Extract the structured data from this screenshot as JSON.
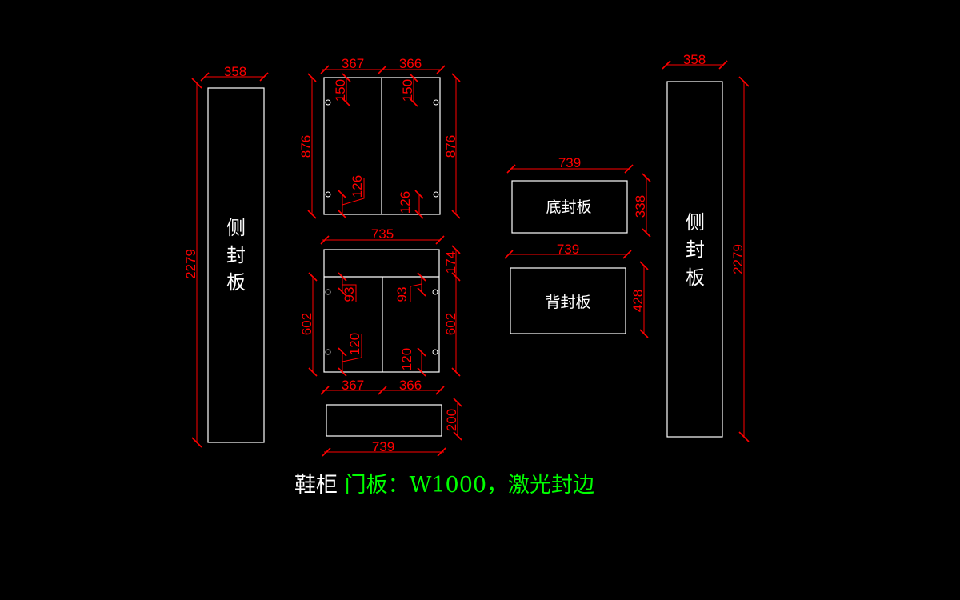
{
  "drawing": {
    "title": {
      "prefix": "鞋柜",
      "rest": "门板：W1000，激光封边"
    },
    "colors": {
      "background": "#000000",
      "panel_outline": "#ffffff",
      "dimension": "#ff0000",
      "title_prefix": "#ffffff",
      "title_rest": "#00ff00"
    },
    "panels": {
      "left_side_panel": {
        "label": "侧封板",
        "width": "358",
        "height": "2279"
      },
      "right_side_panel": {
        "label": "侧封板",
        "width": "358",
        "height": "2279"
      },
      "upper_doors": {
        "left_width": "367",
        "right_width": "366",
        "left_height": "876",
        "right_height": "876",
        "left_hinge_top": "150",
        "right_hinge_top": "150",
        "left_hinge_bottom": "126",
        "right_hinge_bottom": "126"
      },
      "lower_doors": {
        "overall_width": "735",
        "top_strip_height": "174",
        "left_height": "602",
        "right_height": "602",
        "left_hinge_top": "93",
        "right_hinge_top": "93",
        "left_hinge_bottom": "120",
        "right_hinge_bottom": "120",
        "left_width": "367",
        "right_width": "366"
      },
      "kick_board": {
        "width": "739",
        "height": "200"
      },
      "bottom_panel": {
        "label": "底封板",
        "width": "739",
        "height": "338"
      },
      "back_panel": {
        "label": "背封板",
        "width": "739",
        "height": "428"
      }
    }
  }
}
